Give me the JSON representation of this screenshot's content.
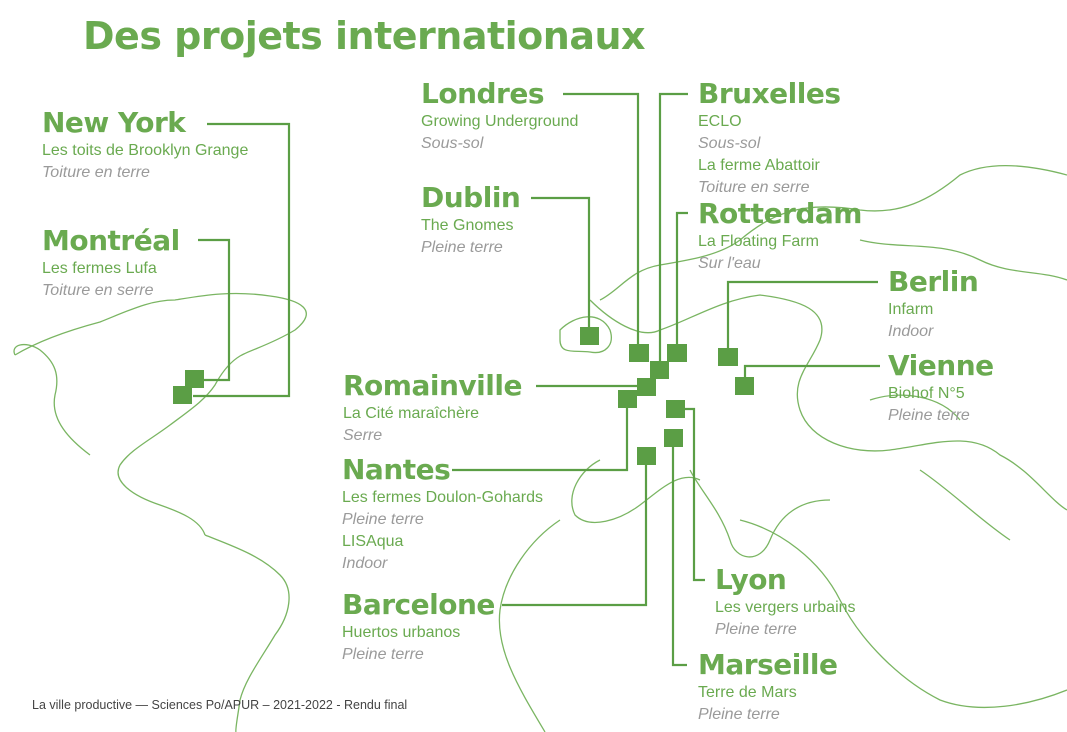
{
  "title": "Des projets internationaux",
  "accent_color": "#6aaa50",
  "marker_color": "#5b9e45",
  "cities": {
    "new_york": {
      "name": "New York",
      "projects": [
        {
          "name": "Les toits de Brooklyn Grange",
          "type": "Toiture en terre"
        }
      ]
    },
    "montreal": {
      "name": "Montréal",
      "projects": [
        {
          "name": "Les fermes Lufa",
          "type": "Toiture en serre"
        }
      ]
    },
    "londres": {
      "name": "Londres",
      "projects": [
        {
          "name": "Growing Underground",
          "type": "Sous-sol"
        }
      ]
    },
    "bruxelles": {
      "name": "Bruxelles",
      "projects": [
        {
          "name": "ECLO",
          "type": "Sous-sol"
        },
        {
          "name": "La ferme Abattoir",
          "type": "Toiture en serre"
        }
      ]
    },
    "dublin": {
      "name": "Dublin",
      "projects": [
        {
          "name": "The Gnomes",
          "type": "Pleine terre"
        }
      ]
    },
    "rotterdam": {
      "name": "Rotterdam",
      "projects": [
        {
          "name": "La Floating Farm",
          "type": "Sur l'eau"
        }
      ]
    },
    "berlin": {
      "name": "Berlin",
      "projects": [
        {
          "name": "Infarm",
          "type": "Indoor"
        }
      ]
    },
    "vienne": {
      "name": "Vienne",
      "projects": [
        {
          "name": "Biohof N°5",
          "type": "Pleine terre"
        }
      ]
    },
    "romainville": {
      "name": "Romainville",
      "projects": [
        {
          "name": "La Cité maraîchère",
          "type": "Serre"
        }
      ]
    },
    "nantes": {
      "name": "Nantes",
      "projects": [
        {
          "name": "Les fermes Doulon-Gohards",
          "type": "Pleine terre"
        },
        {
          "name": "LISAqua",
          "type": "Indoor"
        }
      ]
    },
    "barcelone": {
      "name": "Barcelone",
      "projects": [
        {
          "name": "Huertos urbanos",
          "type": "Pleine terre"
        }
      ]
    },
    "lyon": {
      "name": "Lyon",
      "projects": [
        {
          "name": "Les vergers urbains",
          "type": "Pleine terre"
        }
      ]
    },
    "marseille": {
      "name": "Marseille",
      "projects": [
        {
          "name": "Terre de Mars",
          "type": "Pleine terre"
        }
      ]
    }
  },
  "footer": "La ville productive — Sciences Po/APUR – 2021-2022 - Rendu final"
}
